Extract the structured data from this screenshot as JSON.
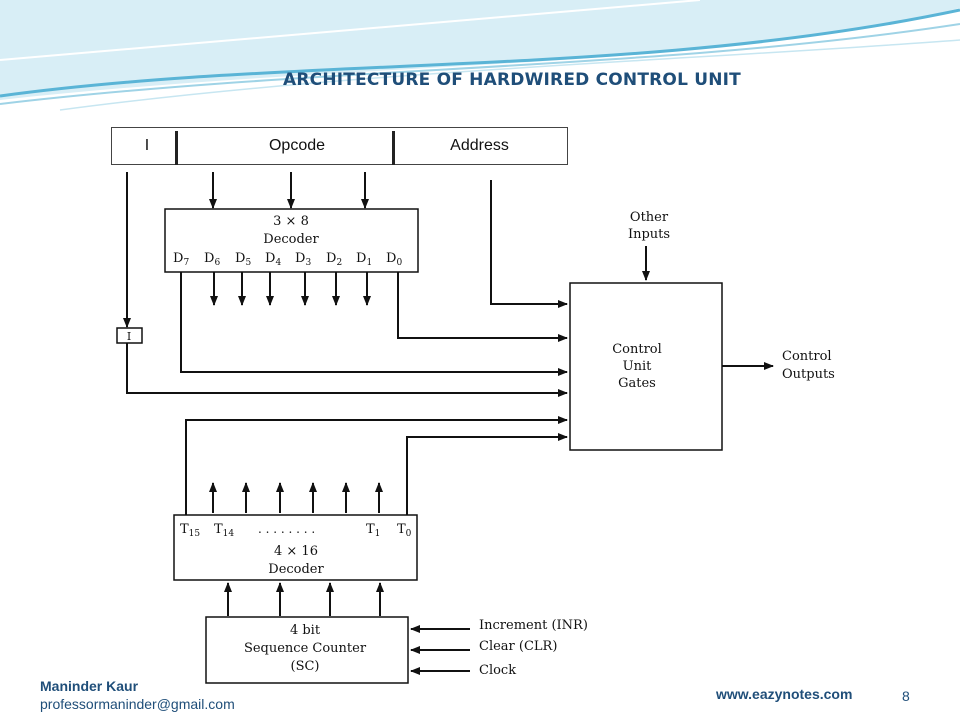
{
  "slide": {
    "title": "ARCHITECTURE OF HARDWIRED CONTROL UNIT",
    "author": "Maninder Kaur",
    "email": "professormaninder@gmail.com",
    "website": "www.eazynotes.com",
    "page_number": "8",
    "accent_color": "#1f4e79",
    "swoosh_color": "#5ab4d6"
  },
  "instruction_register": {
    "fields": [
      "I",
      "Opcode",
      "Address"
    ]
  },
  "diagram": {
    "op_decoder": {
      "size_label": "3 × 8",
      "name": "Decoder",
      "outputs": [
        "D",
        "D",
        "D",
        "D",
        "D",
        "D",
        "D",
        "D"
      ],
      "output_subscripts": [
        "7",
        "6",
        "5",
        "4",
        "3",
        "2",
        "1",
        "0"
      ]
    },
    "i_flipflop": {
      "label": "I"
    },
    "other_inputs": {
      "line1": "Other",
      "line2": "Inputs"
    },
    "control_gates": {
      "line1": "Control",
      "line2": "Unit",
      "line3": "Gates"
    },
    "control_outputs": {
      "line1": "Control",
      "line2": "Outputs"
    },
    "timing_decoder": {
      "outputs_left": [
        "T",
        "T"
      ],
      "outputs_left_subscripts": [
        "15",
        "14"
      ],
      "ellipsis": ". . . . . . . .",
      "outputs_right": [
        "T",
        "T"
      ],
      "outputs_right_subscripts": [
        "1",
        "0"
      ],
      "size_label": "4 × 16",
      "name": "Decoder"
    },
    "sequence_counter": {
      "line1": "4 bit",
      "line2": "Sequence Counter",
      "line3": "(SC)"
    },
    "counter_inputs": [
      "Increment (INR)",
      "Clear (CLR)",
      "Clock"
    ]
  }
}
